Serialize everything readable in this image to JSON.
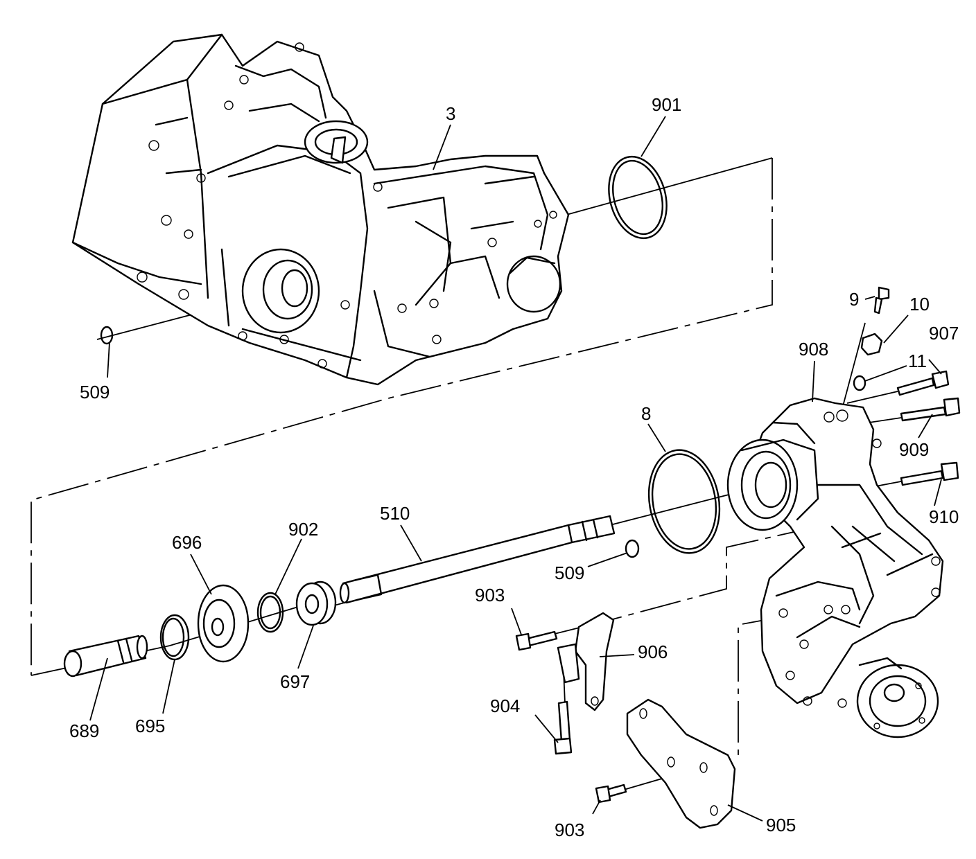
{
  "callouts": {
    "c3": "3",
    "c901": "901",
    "c509_top": "509",
    "c9": "9",
    "c10": "10",
    "c907": "907",
    "c908": "908",
    "c11": "11",
    "c8": "8",
    "c909": "909",
    "c910": "910",
    "c510": "510",
    "c696": "696",
    "c902": "902",
    "c509_bottom": "509",
    "c903_upper": "903",
    "c906": "906",
    "c697": "697",
    "c695": "695",
    "c689": "689",
    "c904": "904",
    "c905": "905",
    "c903_lower": "903"
  },
  "colors": {
    "line": "#000000",
    "background": "#ffffff"
  }
}
